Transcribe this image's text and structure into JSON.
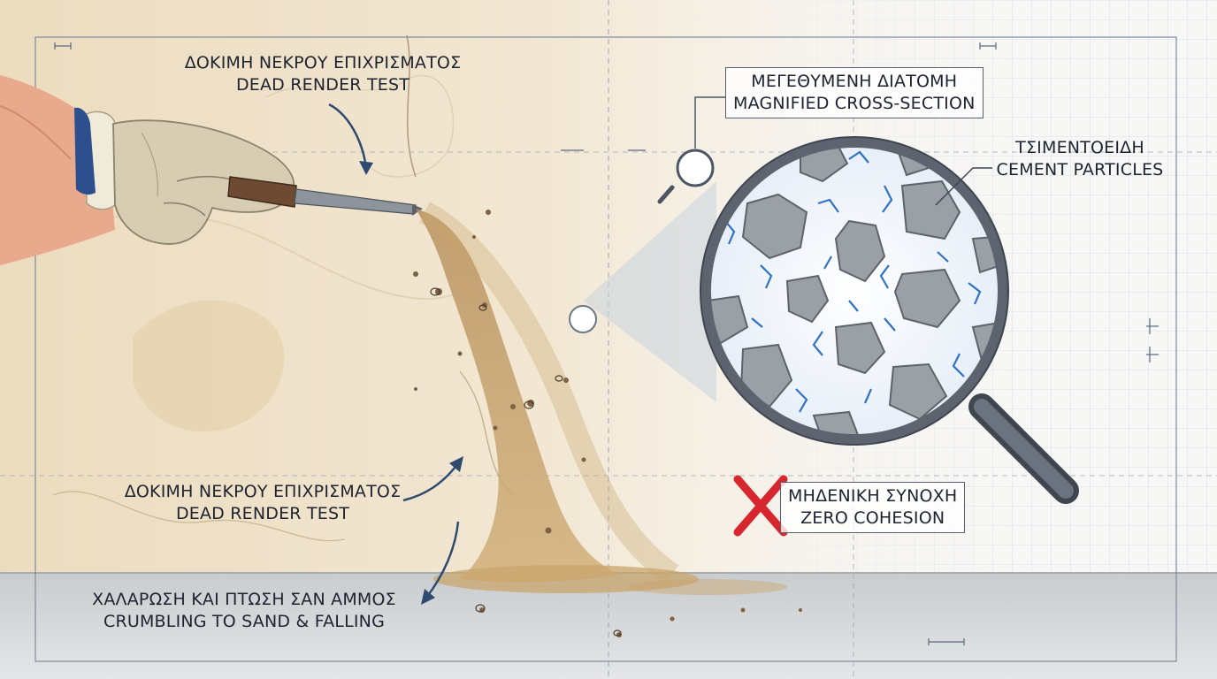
{
  "labels": {
    "test_top": {
      "greek": "ΔΟΚΙΜΗ ΝΕΚΡΟΥ ΕΠΙΧΡΙΣΜΑΤΟΣ",
      "english": "DEAD RENDER TEST"
    },
    "test_mid": {
      "greek": "ΔΟΚΙΜΗ ΝΕΚΡΟΥ ΕΠΙΧΡΙΣΜΑΤΟΣ",
      "english": "DEAD RENDER TEST"
    },
    "crumbling": {
      "greek": "ΧΑΛΑΡΩΣΗ ΚΑΙ ΠΤΩΣΗ ΣΑΝ ΑΜΜΟΣ",
      "english": "CRUMBLING TO SAND & FALLING"
    },
    "cross_section": {
      "greek": "ΜΕΓΕΘΥΜΕΝΗ ΔΙΑΤΟΜΗ",
      "english": "MAGNIFIED CROSS-SECTION"
    },
    "cement": {
      "greek": "ΤΣΙΜΕΝΤΟΕΙΔΗ",
      "english": "CEMENT PARTICLES"
    },
    "cohesion": {
      "greek": "ΜΗΔΕΝΙΚΗ ΣΥΝΟΧΗ",
      "english": "ZERO COHESION"
    }
  },
  "colors": {
    "wall": "#efe3cb",
    "sand": "#c9a56c",
    "bond_lines": "#2f72c4",
    "cross_mark": "#d7262e",
    "arrow": "#2e4a6f"
  }
}
